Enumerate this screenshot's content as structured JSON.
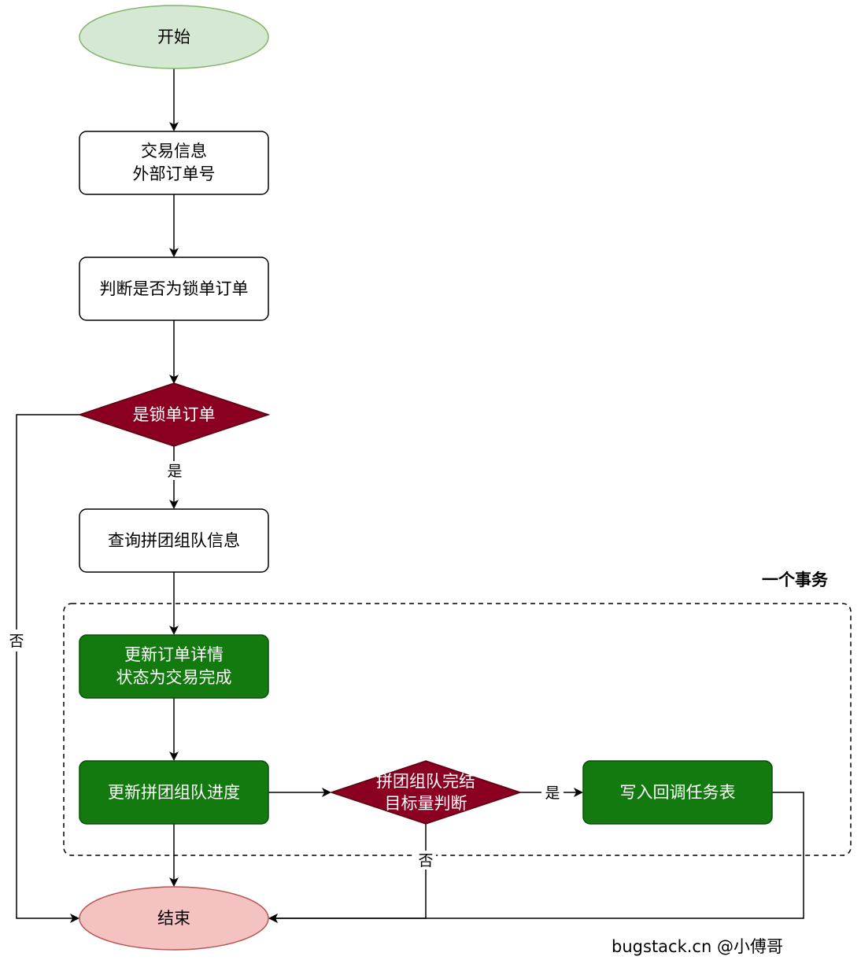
{
  "group": {
    "title": "一个事务"
  },
  "nodes": {
    "start": {
      "label": "开始",
      "fill": "#d5e8d4",
      "stroke": "#82b366"
    },
    "trade_info": {
      "line1": "交易信息",
      "line2": "外部订单号"
    },
    "check_lock": {
      "label": "判断是否为锁单订单"
    },
    "is_lock": {
      "label": "是锁单订单",
      "fill": "#8b0020"
    },
    "query_group": {
      "label": "查询拼团组队信息"
    },
    "update_order": {
      "line1": "更新订单详情",
      "line2": "状态为交易完成",
      "fill": "#137a0f"
    },
    "update_progress": {
      "label": "更新拼团组队进度",
      "fill": "#137a0f"
    },
    "target_check": {
      "line1": "拼团组队完结",
      "line2": "目标量判断",
      "fill": "#8b0020"
    },
    "write_callback": {
      "label": "写入回调任务表",
      "fill": "#137a0f"
    },
    "end": {
      "label": "结束",
      "fill": "#f5c2c2",
      "stroke": "#b85450"
    }
  },
  "edges": {
    "is_lock_yes": "是",
    "is_lock_no": "否",
    "target_yes": "是",
    "target_no": "否"
  },
  "credit": "bugstack.cn @小傅哥"
}
